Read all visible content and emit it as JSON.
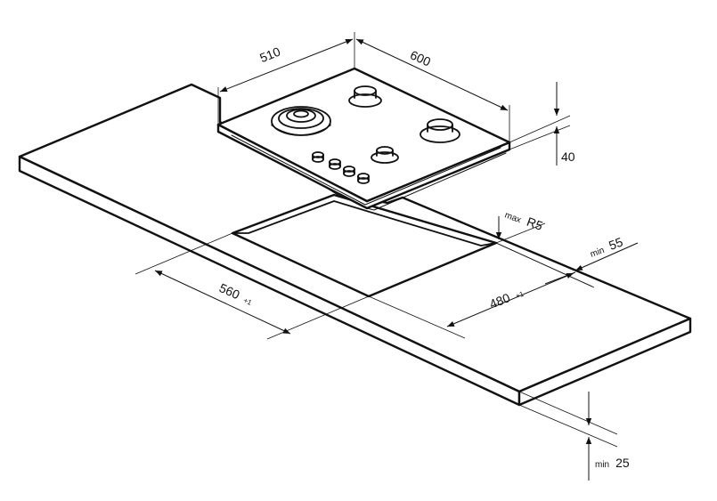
{
  "dimensions": {
    "hob_depth": "510",
    "hob_width": "600",
    "hob_height": "40",
    "cutout_width": "560",
    "cutout_width_tol": "+1",
    "cutout_depth": "480",
    "cutout_depth_tol": "+1",
    "corner_radius_prefix": "max",
    "corner_radius": "R5",
    "back_clearance_prefix": "min",
    "back_clearance": "55",
    "worktop_thickness_prefix": "min",
    "worktop_thickness": "25"
  },
  "colors": {
    "line": "#111111",
    "background": "#ffffff"
  }
}
